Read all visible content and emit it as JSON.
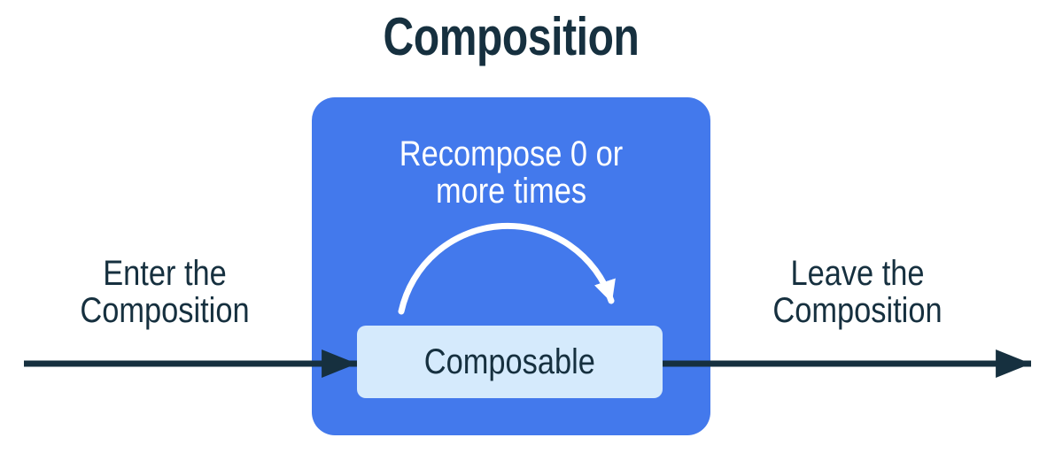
{
  "diagram": {
    "title": "Composition",
    "outer_box": {
      "recompose_label": {
        "line1": "Recompose 0 or",
        "line2": "more times"
      }
    },
    "inner_box": {
      "label": "Composable"
    },
    "enter_label": {
      "line1": "Enter the",
      "line2": "Composition"
    },
    "leave_label": {
      "line1": "Leave the",
      "line2": "Composition"
    },
    "icons": {
      "enter_arrow": "right-arrow",
      "leave_arrow": "right-arrow",
      "recompose_arrow": "loop-arc-arrow"
    }
  },
  "colors": {
    "background": "#ffffff",
    "composition_blue": "#4379EC",
    "composable_light_blue": "#D5EAFC",
    "navy": "#16303F",
    "arrow_white": "#ffffff"
  }
}
